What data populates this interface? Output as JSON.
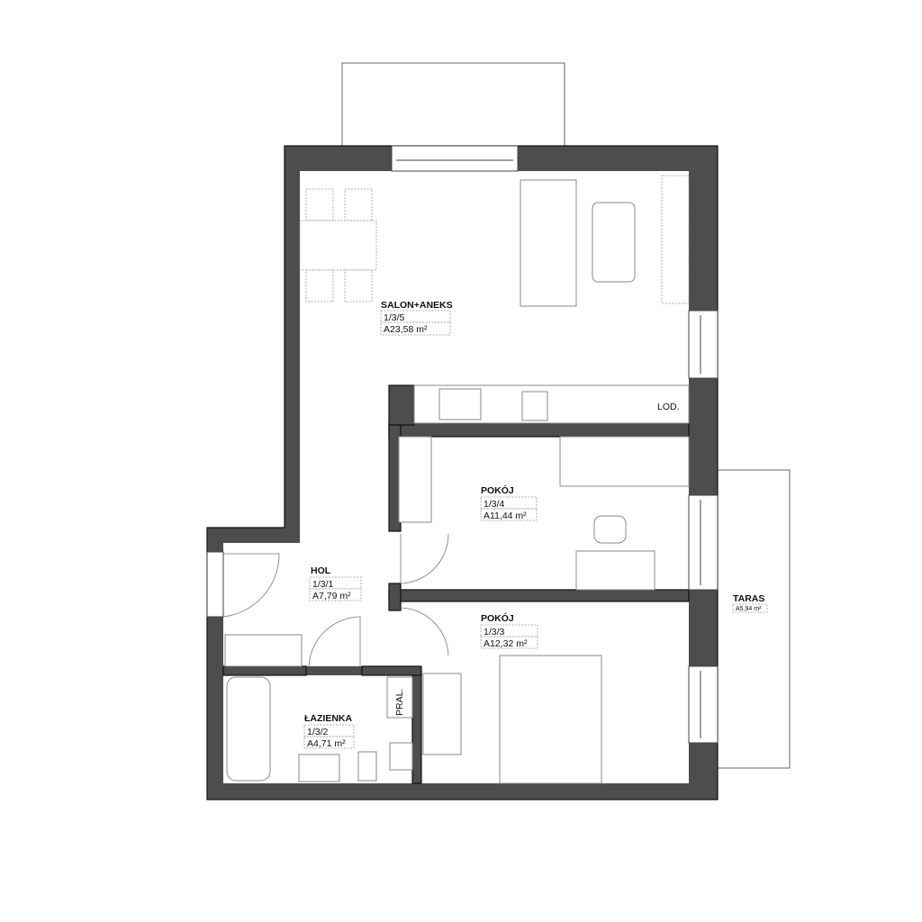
{
  "rooms": {
    "salon": {
      "name": "SALON+ANEKS",
      "number": "1/3/5",
      "area": "A23,58 m²"
    },
    "pokoj1": {
      "name": "POKÓJ",
      "number": "1/3/4",
      "area": "A11,44 m²"
    },
    "hol": {
      "name": "HOL",
      "number": "1/3/1",
      "area": "A7,79 m²"
    },
    "pokoj2": {
      "name": "POKÓJ",
      "number": "1/3/3",
      "area": "A12,32 m²"
    },
    "lazienka": {
      "name": "ŁAZIENKA",
      "number": "1/3/2",
      "area": "A4,71 m²"
    },
    "taras": {
      "name": "TARAS",
      "area": "A5,94 m²"
    }
  },
  "fixtures": {
    "fridge": "LOD.",
    "laundry": "PRAL."
  },
  "colors": {
    "wall": "#4d4d4f",
    "background": "#ffffff"
  }
}
